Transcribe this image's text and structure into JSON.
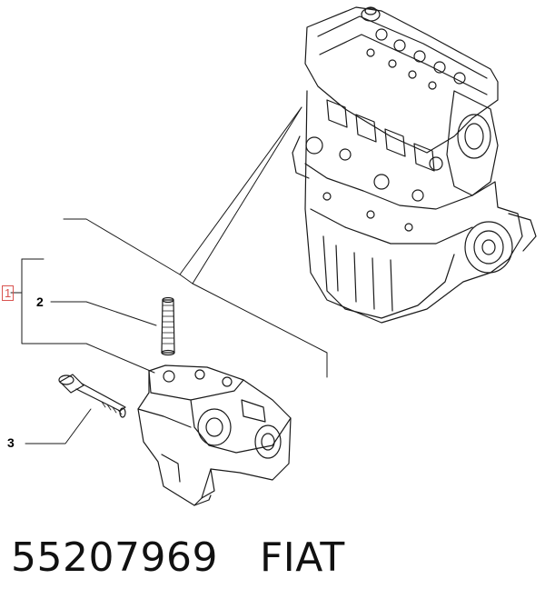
{
  "callouts": {
    "assembly": "1",
    "stud": "2",
    "bolt": "3"
  },
  "footer": {
    "part_number": "55207969",
    "brand": "FIAT"
  },
  "colors": {
    "line": "#1a1a1a",
    "callout_box": "#d9534f",
    "background": "#ffffff"
  }
}
